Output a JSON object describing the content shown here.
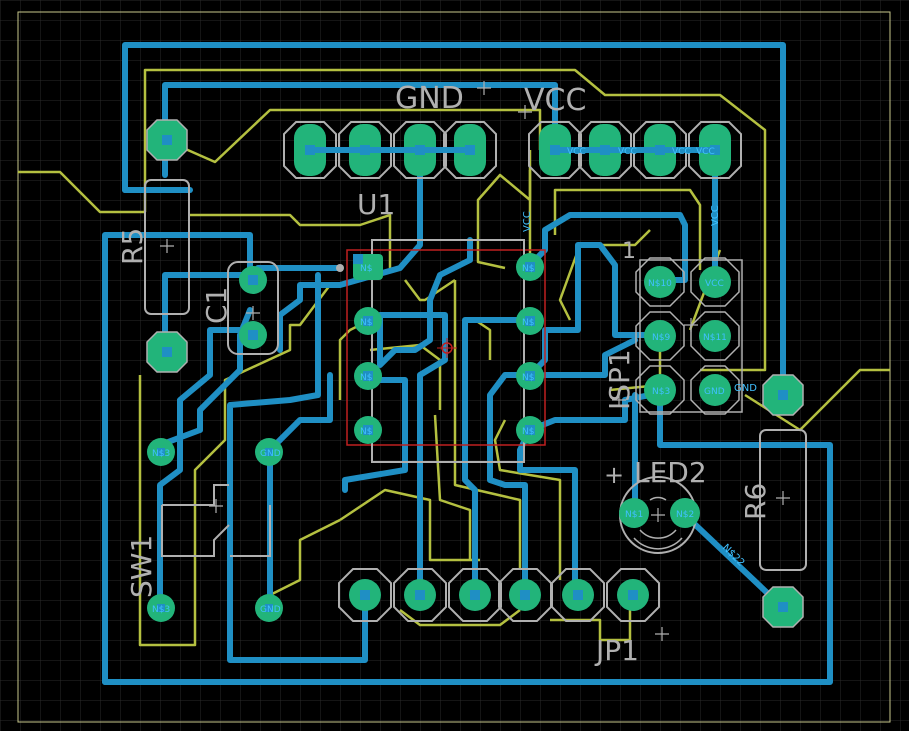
{
  "colors": {
    "background": "#000000",
    "grid": "#2a2a2a",
    "grid_major": "#3a3a3a",
    "outline": "#c8c88c",
    "bottom_trace": "#1f8fc4",
    "top_trace": "#b4c040",
    "pad": "#22b47a",
    "silk": "#b0b0b0",
    "keepout": "#c02020",
    "pad_label": "#40c0ff"
  },
  "labels": {
    "gnd_header": "GND",
    "vcc_header": "VCC",
    "u1": "U1",
    "r5": "R5",
    "c1": "C1",
    "sw1": "SW1",
    "isp1": "ISP1",
    "led2": "LED2",
    "r6": "R6",
    "jp1": "JP1",
    "pin1": "1",
    "plus": "+"
  },
  "trace_labels": {
    "vcc_left": "VCC",
    "vcc_right": "VCC",
    "gnd_isp": "GND",
    "n_led": "N$22"
  },
  "pad_labels": {
    "u1_p1": "N$",
    "u1_p2": "N$",
    "u1_p3": "N$",
    "u1_p4": "N$",
    "u1_p5": "N$",
    "u1_p6": "N$",
    "u1_p7": "N$",
    "u1_p8": "N$",
    "isp_1": "N$10",
    "isp_2": "VCC",
    "isp_3": "N$9",
    "isp_4": "N$11",
    "isp_5": "N$3",
    "isp_6": "GND",
    "sw_1": "N$3",
    "sw_2": "GND",
    "sw_3": "N$3",
    "sw_4": "GND",
    "led_a": "N$1",
    "led_k": "N$2",
    "hdr_vcc_1": "VCC",
    "hdr_vcc_2": "VCC",
    "hdr_vcc_3": "VCC",
    "hdr_vcc_4": "VCC"
  }
}
